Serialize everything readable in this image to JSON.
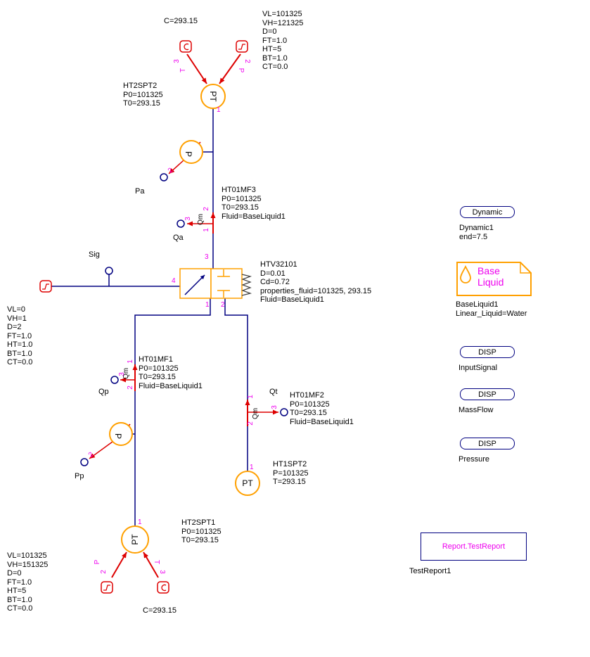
{
  "colors": {
    "wire_navy": "#000080",
    "component_orange": "#FFA000",
    "arrow_red": "#DD0000",
    "port_magenta": "#EE00EE",
    "background": "#FFFFFF"
  },
  "labels": {
    "c_top": "C=293.15",
    "params_top": "VL=101325\nVH=121325\nD=0\nFT=1.0\nHT=5\nBT=1.0\nCT=0.0",
    "ht2spt2": "HT2SPT2\nP0=101325\nT0=293.15",
    "pa": "Pa",
    "ht01mf3": "HT01MF3\nP0=101325\nT0=293.15\nFluid=BaseLiquid1",
    "qa": "Qa",
    "sig": "Sig",
    "htv32101": "HTV32101\nD=0.01\nCd=0.72\nproperties_fluid=101325, 293.15\nFluid=BaseLiquid1",
    "params_mid": "VL=0\nVH=1\nD=2\nFT=1.0\nHT=1.0\nBT=1.0\nCT=0.0",
    "ht01mf1": "HT01MF1\nP0=101325\nT0=293.15\nFluid=BaseLiquid1",
    "qp": "Qp",
    "qt": "Qt",
    "ht01mf2": "HT01MF2\nP0=101325\nT0=293.15\nFluid=BaseLiquid1",
    "pp": "Pp",
    "ht1spt2": "HT1SPT2\nP=101325\nT=293.15",
    "ht2spt1": "HT2SPT1\nP0=101325\nT0=293.15",
    "params_bottom": "VL=101325\nVH=151325\nD=0\nFT=1.0\nHT=5\nBT=1.0\nCT=0.0",
    "c_bottom": "C=293.15"
  },
  "glyphs": {
    "pt": "PT",
    "p": "P",
    "qm": "Qm"
  },
  "ports": {
    "n1": "1",
    "n2": "2",
    "n3": "3",
    "n4": "4",
    "t": "T",
    "p": "P"
  },
  "panel": {
    "dynamic": {
      "label": "Dynamic",
      "caption": "Dynamic1\nend=7.5"
    },
    "base_liquid": {
      "label": "Base\nLiquid",
      "caption": "BaseLiquid1\nLinear_Liquid=Water"
    },
    "disp_input": {
      "label": "DISP",
      "caption": "InputSignal"
    },
    "disp_mass": {
      "label": "DISP",
      "caption": "MassFlow"
    },
    "disp_pressure": {
      "label": "DISP",
      "caption": "Pressure"
    },
    "report": {
      "label": "Report.TestReport",
      "caption": "TestReport1"
    }
  }
}
